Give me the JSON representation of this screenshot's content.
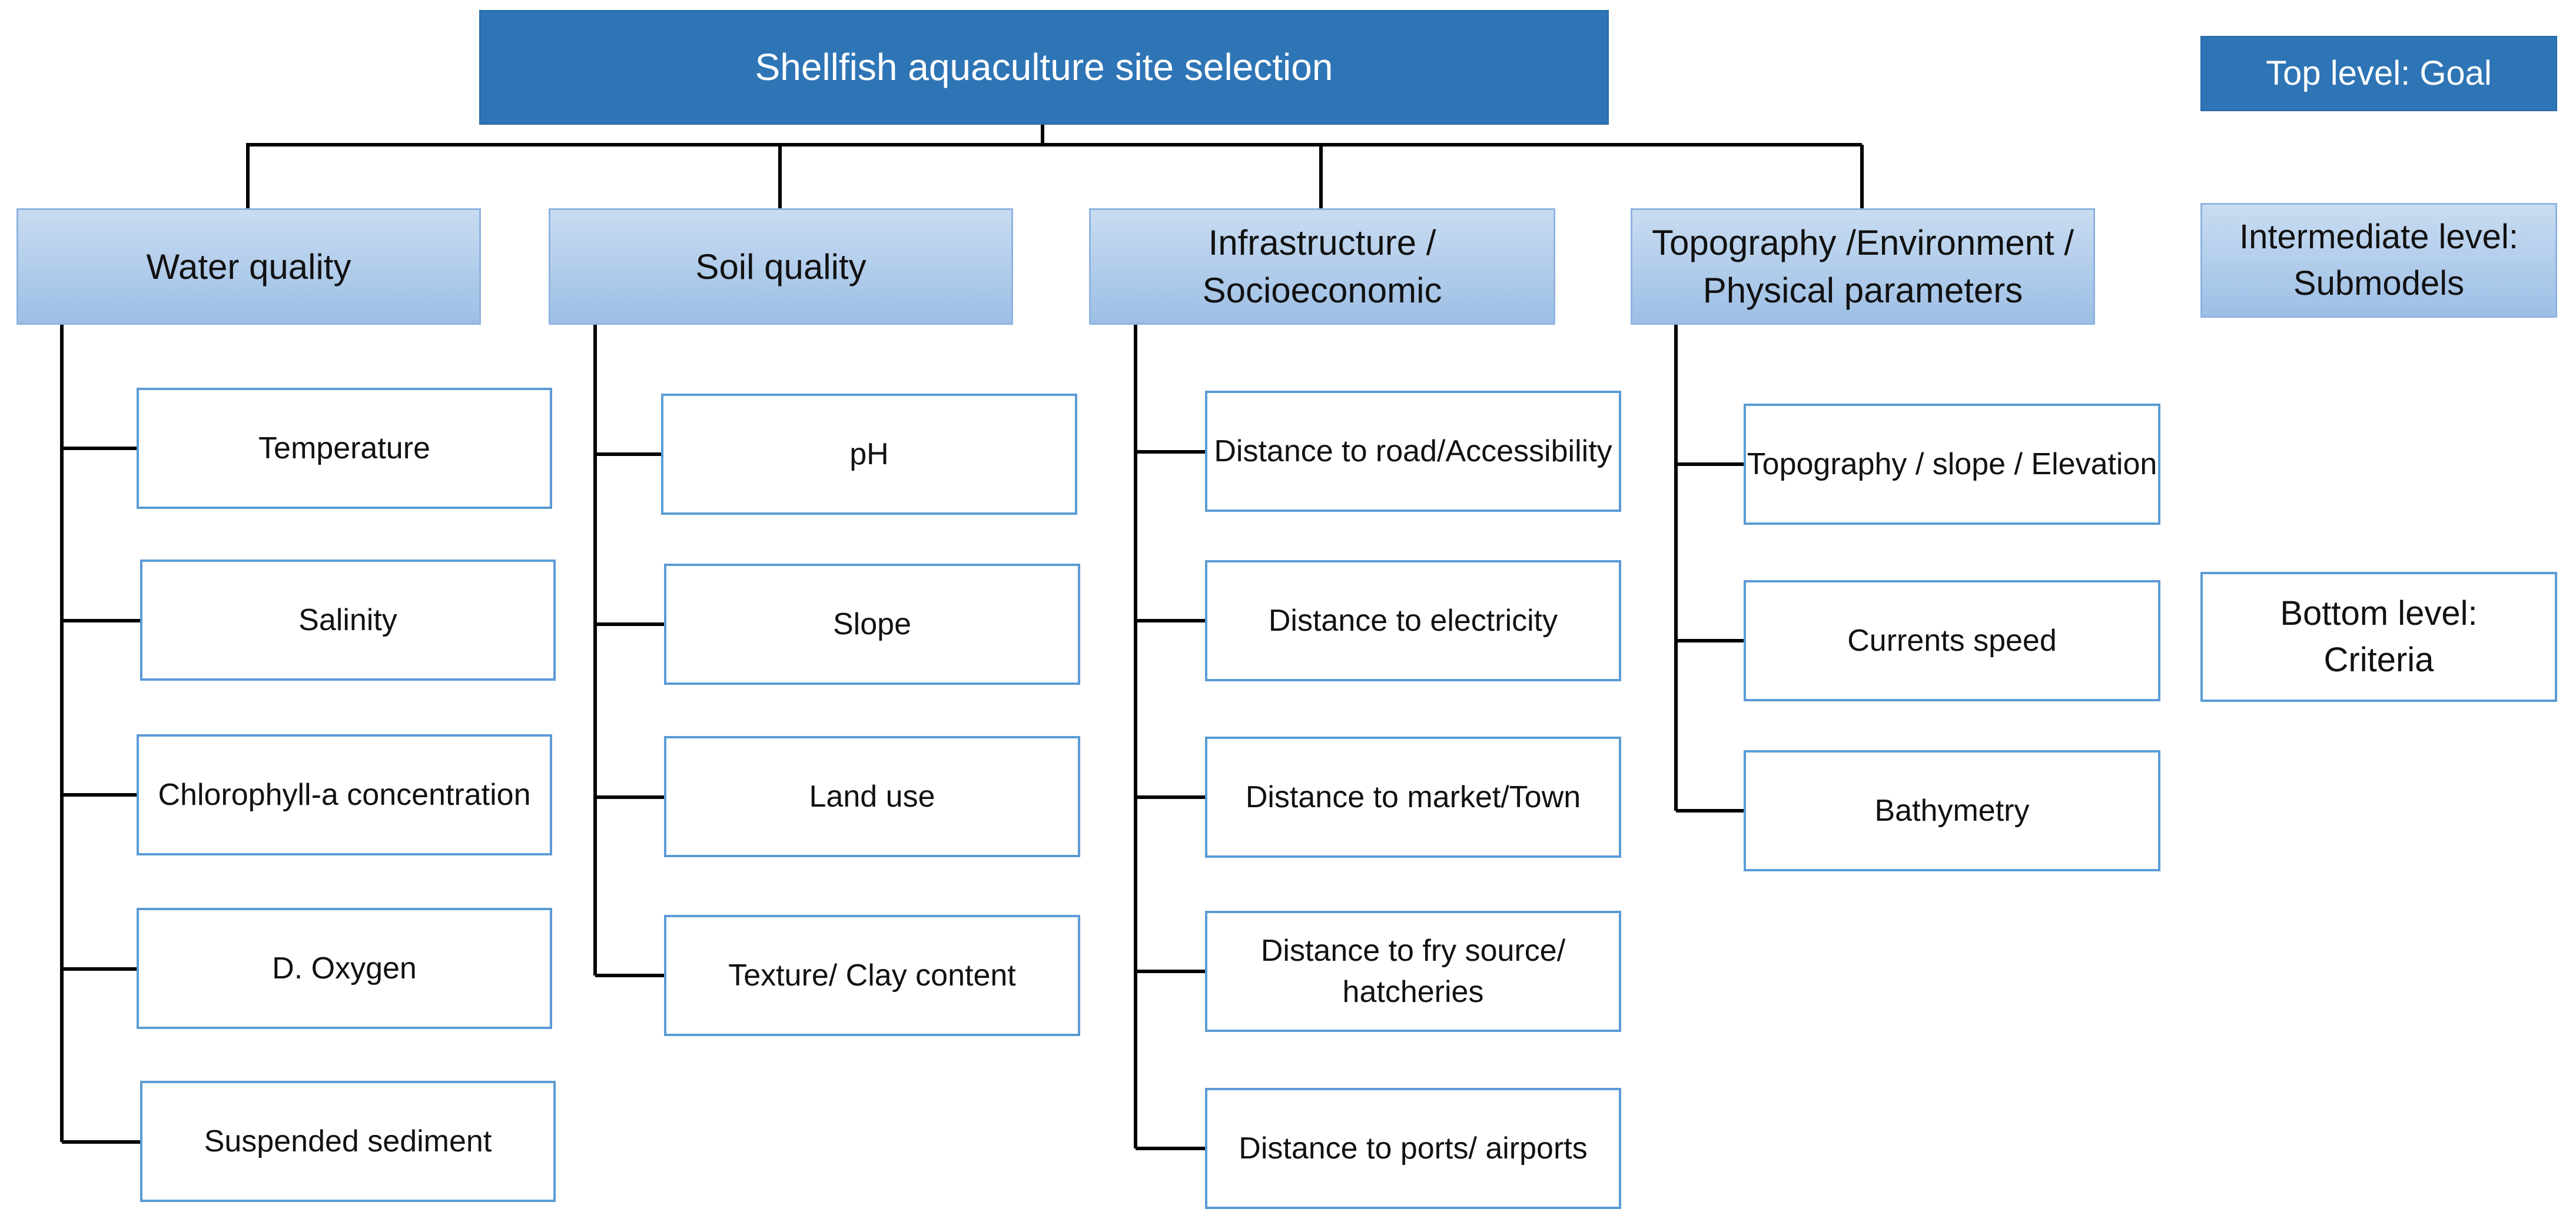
{
  "goal": {
    "label": "Shellfish aquaculture site selection"
  },
  "submodels": [
    {
      "label": "Water quality",
      "criteria": [
        "Temperature",
        "Salinity",
        "Chlorophyll-a concentration",
        "D. Oxygen",
        "Suspended sediment"
      ]
    },
    {
      "label": "Soil quality",
      "criteria": [
        "pH",
        "Slope",
        "Land use",
        "Texture/ Clay content"
      ]
    },
    {
      "label_lines": [
        "Infrastructure /",
        "Socioeconomic"
      ],
      "criteria": [
        "Distance to road/Accessibility",
        "Distance to electricity",
        "Distance to market/Town",
        "Distance to fry source/ hatcheries",
        "Distance to ports/ airports"
      ]
    },
    {
      "label_lines": [
        "Topography /Environment /",
        "Physical parameters"
      ],
      "criteria": [
        "Topography / slope / Elevation",
        "Currents speed",
        "Bathymetry"
      ]
    }
  ],
  "legend": {
    "top": "Top level: Goal",
    "intermediate_lines": [
      "Intermediate level:",
      "Submodels"
    ],
    "bottom_lines": [
      "Bottom level:",
      "Criteria"
    ]
  },
  "colors": {
    "goal_fill": "#2e75b6",
    "criteria_border": "#5b9bd5",
    "submodel_fill": "#b4cfee",
    "connector": "#000000"
  }
}
